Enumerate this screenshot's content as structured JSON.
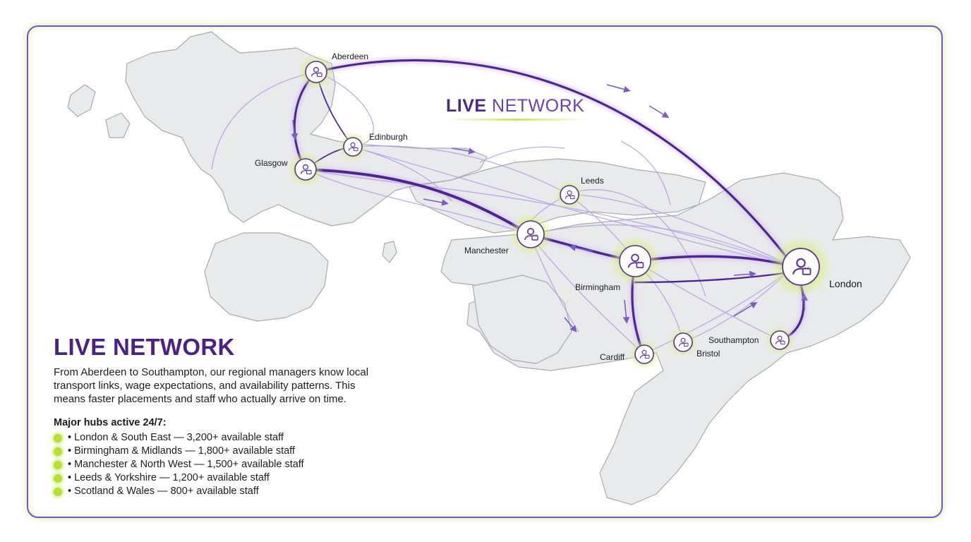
{
  "map_title": {
    "part1": "LIVE",
    "part2": " NETWORK"
  },
  "panel": {
    "title": "LIVE NETWORK",
    "description": "From Aberdeen to Southampton, our regional managers know local transport links, wage expectations, and availability patterns. This means faster placements and staff who actually arrive on time.",
    "hubs_heading": "Major hubs active 24/7:",
    "hubs": [
      "• London & South East — 3,200+ available staff",
      "• Birmingham & Midlands — 1,800+ available staff",
      "• Manchester & North West — 1,500+ available staff",
      "• Leeds & Yorkshire — 1,200+ available staff",
      "• Scotland & Wales — 800+ available staff"
    ]
  },
  "cities": {
    "aberdeen": "Aberdeen",
    "edinburgh": "Edinburgh",
    "glasgow": "Glasgow",
    "leeds": "Leeds",
    "manchester": "Manchester",
    "birmingham": "Birmingham",
    "london": "London",
    "cardiff": "Cardiff",
    "bristol": "Bristol",
    "southampton": "Southampton"
  },
  "colors": {
    "accent_purple": "#4a2284",
    "route_purple": "#5b2fa0",
    "glow_green": "#b8e034",
    "land": "#e9eaec"
  },
  "icons": {
    "node": "staff-briefcase-icon"
  }
}
